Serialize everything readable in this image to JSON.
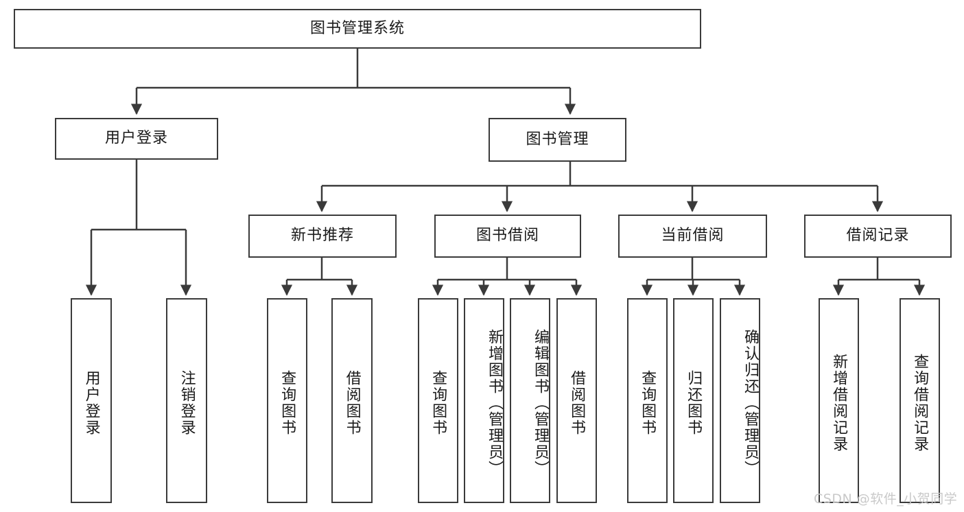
{
  "diagram": {
    "title": "图书管理系统",
    "root": {
      "label": "图书管理系统"
    },
    "level2": [
      {
        "label": "用户登录"
      },
      {
        "label": "图书管理"
      }
    ],
    "level3": [
      {
        "label": "新书推荐"
      },
      {
        "label": "图书借阅"
      },
      {
        "label": "当前借阅"
      },
      {
        "label": "借阅记录"
      }
    ],
    "leaves": {
      "user_login": [
        {
          "label": "用户登录"
        },
        {
          "label": "注销登录"
        }
      ],
      "new_book": [
        {
          "label": "查询图书"
        },
        {
          "label": "借阅图书"
        }
      ],
      "book_borrow": [
        {
          "label": "查询图书"
        },
        {
          "label": "新增图书（管理员）"
        },
        {
          "label": "编辑图书（管理员）"
        },
        {
          "label": "借阅图书"
        }
      ],
      "current_borrow": [
        {
          "label": "查询图书"
        },
        {
          "label": "归还图书"
        },
        {
          "label": "确认归还（管理员）"
        }
      ],
      "borrow_record": [
        {
          "label": "新增借阅记录"
        },
        {
          "label": "查询借阅记录"
        }
      ]
    },
    "watermark": "CSDN @软件_小贺同学",
    "colors": {
      "border": "#3a3a3a",
      "text": "#1a1a1a",
      "background": "#ffffff",
      "watermark": "#c9c9c9"
    }
  }
}
